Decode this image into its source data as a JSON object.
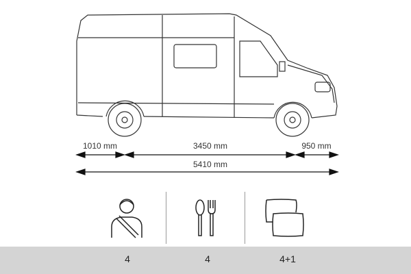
{
  "dimensions": {
    "rear_overhang": "1010 mm",
    "wheelbase": "3450 mm",
    "front_overhang": "950 mm",
    "total_length": "5410 mm"
  },
  "features": [
    {
      "icon": "seatbelt-person-icon",
      "value": "4"
    },
    {
      "icon": "cutlery-icon",
      "value": "4"
    },
    {
      "icon": "pillows-icon",
      "value": "4+1"
    }
  ]
}
